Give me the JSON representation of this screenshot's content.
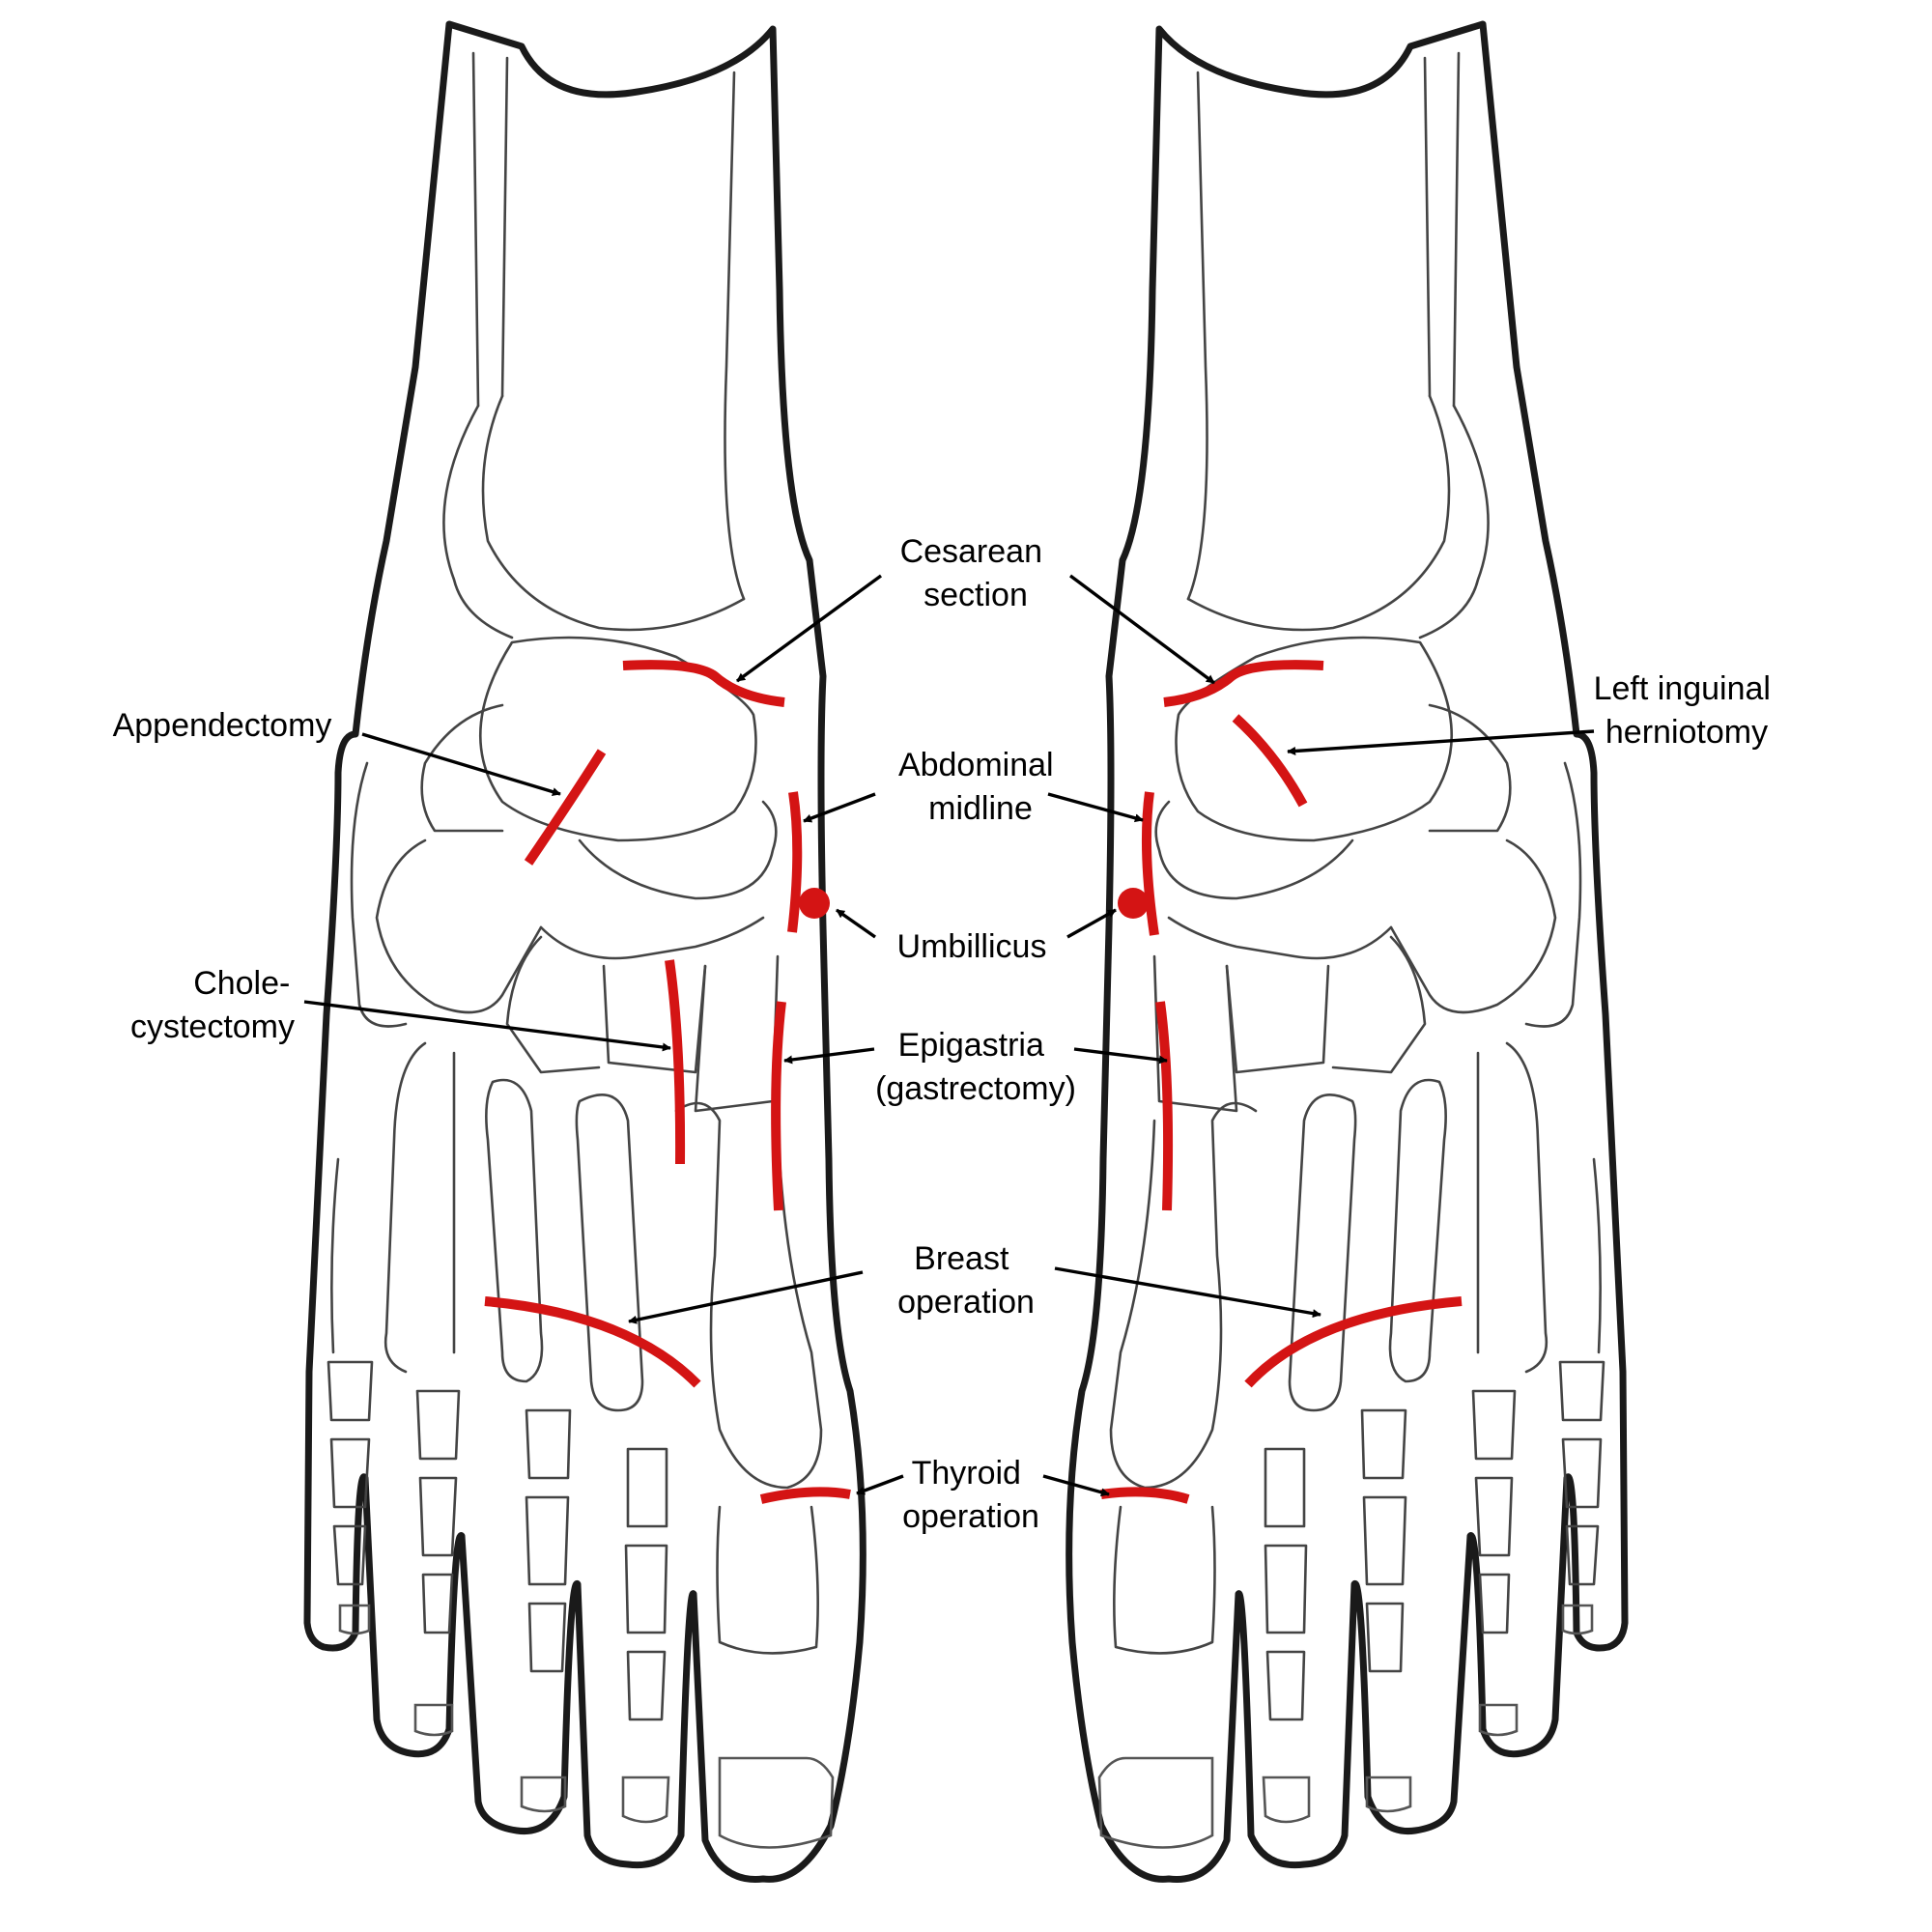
{
  "colors": {
    "incision": "#d41414",
    "outline": "#1a1a1a",
    "bone": "#444444",
    "text": "#000000"
  },
  "labels": {
    "cesarean": [
      "Cesarean",
      "section"
    ],
    "appendectomy": [
      "Appendectomy"
    ],
    "left_inguinal": [
      "Left inguinal",
      "herniotomy"
    ],
    "abdominal_midline": [
      "Abdominal",
      "midline"
    ],
    "umbillicus": [
      "Umbillicus"
    ],
    "cholecystectomy": [
      "Chole-",
      "cystectomy"
    ],
    "epigastria": [
      "Epigastria",
      "(gastrectomy)"
    ],
    "breast": [
      "Breast",
      "operation"
    ],
    "thyroid": [
      "Thyroid",
      "operation"
    ]
  }
}
